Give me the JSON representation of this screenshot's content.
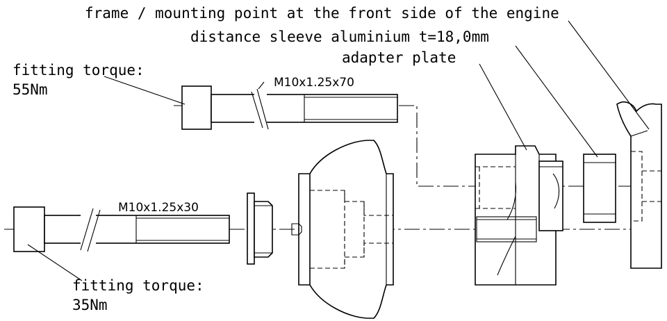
{
  "labels": {
    "frame_mount": "frame / mounting point at the front side of the engine",
    "distance_sleeve": "distance sleeve aluminium t=18,0mm",
    "adapter_plate": "adapter plate",
    "torque_top_line1": "fitting torque:",
    "torque_top_line2": "55Nm",
    "bolt_top": "M10x1.25x70",
    "bolt_bottom": "M10x1.25x30",
    "torque_bottom_line1": "fitting torque:",
    "torque_bottom_line2": "35Nm"
  }
}
